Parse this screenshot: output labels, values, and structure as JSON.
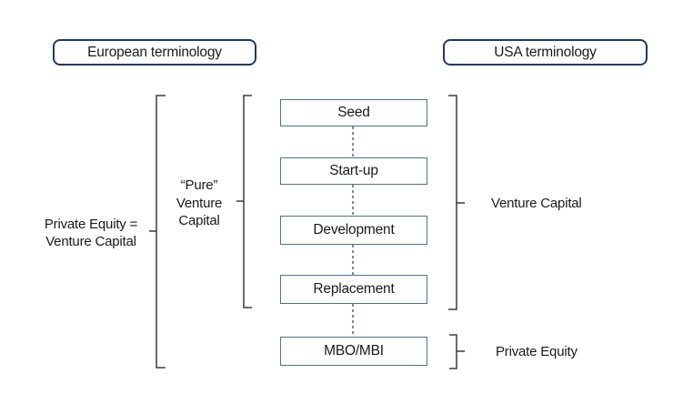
{
  "diagram": {
    "headers": {
      "european": "European terminology",
      "usa": "USA terminology"
    },
    "stages": [
      {
        "label": "Seed"
      },
      {
        "label": "Start-up"
      },
      {
        "label": "Development"
      },
      {
        "label": "Replacement"
      },
      {
        "label": "MBO/MBI"
      }
    ],
    "left_label": {
      "line1": "Private Equity =",
      "line2": "Venture Capital"
    },
    "pure_label": {
      "line1": "“Pure”",
      "line2": "Venture",
      "line3": "Capital"
    },
    "right_labels": {
      "venture_capital": "Venture Capital",
      "private_equity": "Private Equity"
    },
    "colors": {
      "navy": "#1f3a5f",
      "steel": "#4f7388",
      "bracket": "#3d3d3d",
      "connector": "#3f5d70",
      "text": "#1a1a1a",
      "background": "#ffffff"
    }
  }
}
